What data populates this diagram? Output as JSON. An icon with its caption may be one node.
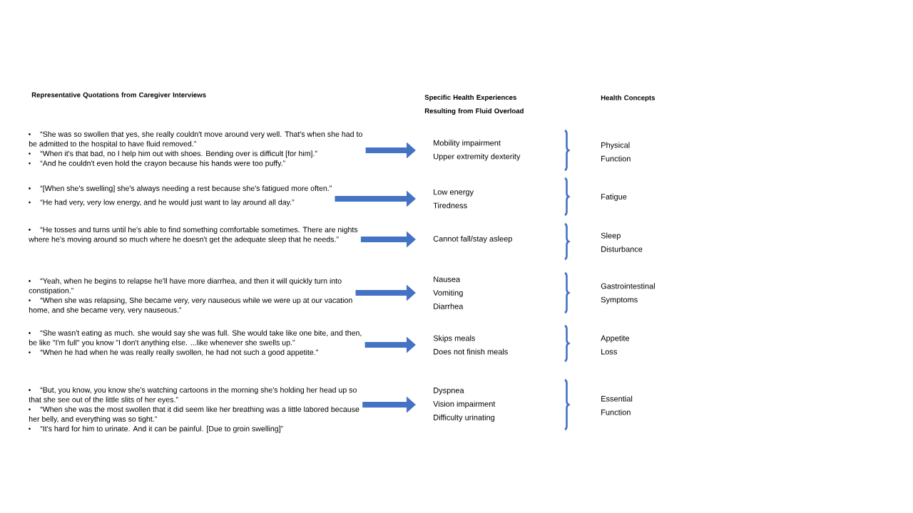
{
  "diagram": {
    "nodes": [
      {
        "text": [
          "“She was so swollen that yes, she really couldn't move around very well. That's when she had to be admitted to the hospital to have fluid removed.”",
          "“When it's that bad, no I help him out with shoes. Bending over is difficult [for him].”",
          "“And he couldn't even hold the crayon because his hands were too puffy.”"
        ]
      },
      {
        "text": [
          "“[When she's swelling] she's always needing a rest because she's fatigued more often.”",
          "“He had very, very low energy, and he would just want to lay around all day.”"
        ]
      },
      {
        "text": [
          "“He tosses and turns until he's able to find something comfortable sometimes. There are nights where he's moving around so much where he doesn't get the adequate sleep that he needs.”"
        ]
      },
      {
        "text": [
          "“Yeah, when he begins to relapse he'll have more diarrhea, and then it will quickly turn into constipation.”",
          "“When she was relapsing, She became very, very nauseous while we were up at our vacation home, and she became very, very nauseous.”"
        ]
      },
      {
        "text": [
          "“She wasn't eating as much. she would say she was full. She would take like one bite, and then, be like \"I'm full\" you know \"I don't anything else. ...like whenever she swells up.”",
          "“When he had when he was really really swollen, he had not such a good appetite.”"
        ]
      },
      {
        "text": [
          "“But, you know, you know she's watching cartoons in the morning she's holding her head up so that she see out of the little slits of her eyes.”",
          "“When she was the most swollen that it did seem like her breathing was a little labored because her belly, and everything was so tight.”",
          "“It's hard for him to urinate. And it can be painful. [Due to groin swelling]”"
        ]
      },
      {
        "text": [
          "Mobility impairment",
          "Upper extremity dexterity"
        ]
      },
      {
        "text": [
          "Low energy",
          "Tiredness"
        ]
      },
      {
        "text": [
          "Cannot fall/stay asleep"
        ]
      },
      {
        "text": [
          "Nausea",
          "Vomiting",
          "Diarrhea"
        ]
      },
      {
        "text": [
          "Skips meals",
          "Does not finish meals"
        ]
      },
      {
        "text": [
          "Dyspnea",
          "Vision impairment",
          "Difficulty urinating"
        ]
      }
    ],
    "edges": [
      {
        "from": 0,
        "to": 6,
        "arrow": "to"
      },
      {
        "from": 1,
        "to": 7,
        "arrow": "to"
      },
      {
        "from": 2,
        "to": 8,
        "arrow": "to"
      },
      {
        "from": 3,
        "to": 9,
        "arrow": "to"
      },
      {
        "from": 4,
        "to": 10,
        "arrow": "to"
      },
      {
        "from": 5,
        "to": 11,
        "arrow": "to"
      }
    ],
    "labels": [
      "Representative Quotations from Caregiver Interviews",
      "Specific Health Experiences Resulting from Fluid Overload",
      "Health Concepts",
      "Physical Function",
      "Fatigue",
      "Sleep Disturbance",
      "Gastrointestinal Symptoms",
      "Appetite Loss",
      "Essential Function"
    ]
  }
}
